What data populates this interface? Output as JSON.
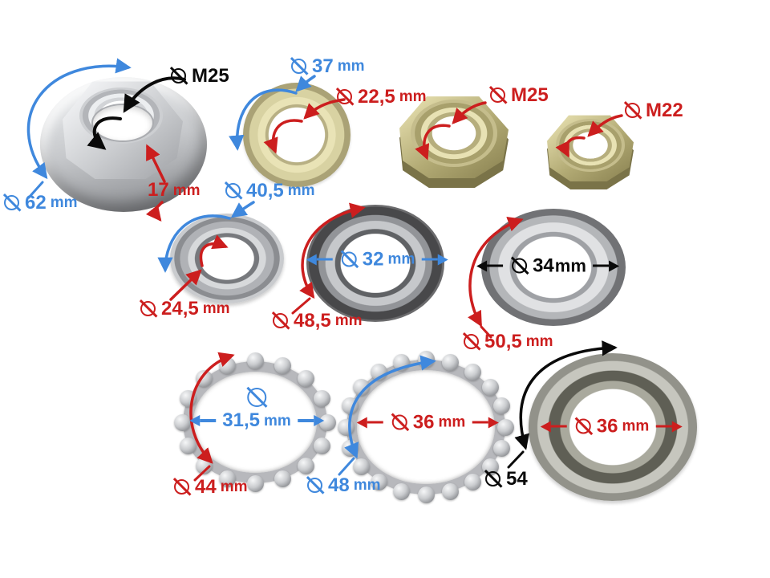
{
  "colors": {
    "blue": "#3f88dd",
    "red": "#cc1e1e",
    "black": "#0a0a0a"
  },
  "labels": {
    "nut_thread": {
      "value": "M25",
      "unit": ""
    },
    "nut_height": {
      "value": "17",
      "unit": "mm"
    },
    "nut_outer_dia": {
      "value": "62",
      "unit": "mm"
    },
    "washer_outer_dia": {
      "value": "37",
      "unit": "mm"
    },
    "washer_inner_dia": {
      "value": "22,5",
      "unit": "mm"
    },
    "brass_nut_thread": {
      "value": "M25",
      "unit": ""
    },
    "small_nut_thread": {
      "value": "M22",
      "unit": ""
    },
    "race1_outer_dia": {
      "value": "40,5",
      "unit": "mm"
    },
    "race1_inner_dia": {
      "value": "24,5",
      "unit": "mm"
    },
    "race2_inner_dia": {
      "value": "32",
      "unit": "mm"
    },
    "race2_outer_dia": {
      "value": "48,5",
      "unit": "mm"
    },
    "race3_inner_dia": {
      "value": "34",
      "unit": "mm"
    },
    "race3_outer_dia": {
      "value": "50,5",
      "unit": "mm"
    },
    "ball_ring1_inner_dia": {
      "value": "31,5",
      "unit": "mm"
    },
    "ball_ring1_outer_dia": {
      "value": "44",
      "unit": "mm"
    },
    "ball_ring2_inner_dia": {
      "value": "36",
      "unit": "mm"
    },
    "ball_ring2_outer_dia": {
      "value": "48",
      "unit": "mm"
    },
    "seal_inner_dia": {
      "value": "36",
      "unit": "mm"
    },
    "seal_outer_dia": {
      "value": "54",
      "unit": ""
    }
  }
}
